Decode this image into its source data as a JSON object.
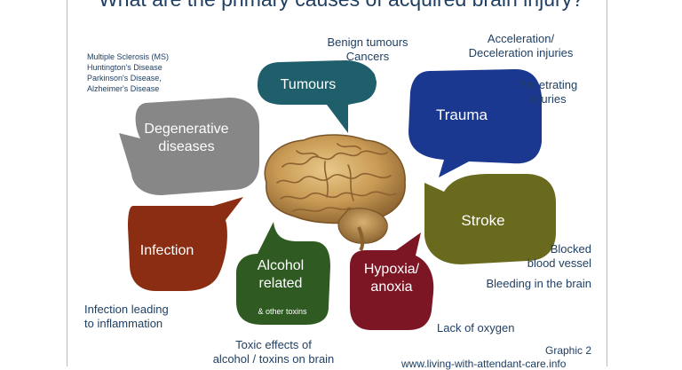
{
  "title": "What are the primary causes of acquired brain injury?",
  "categories": [
    {
      "key": "tumours",
      "label": [
        "Tumours"
      ],
      "color": "#1e5f6b"
    },
    {
      "key": "trauma",
      "label": [
        "Trauma"
      ],
      "color": "#1a3890"
    },
    {
      "key": "degenerative",
      "label": [
        "Degenerative",
        "diseases"
      ],
      "color": "#878787"
    },
    {
      "key": "stroke",
      "label": [
        "Stroke"
      ],
      "color": "#6a6a1e"
    },
    {
      "key": "infection",
      "label": [
        "Infection"
      ],
      "color": "#8a2d12"
    },
    {
      "key": "alcohol",
      "label": [
        "Alcohol",
        "related"
      ],
      "sublabel": "& other toxins",
      "color": "#2f5a22"
    },
    {
      "key": "hypoxia",
      "label": [
        "Hypoxia/",
        "anoxia"
      ],
      "color": "#7c1625"
    }
  ],
  "notes": {
    "tumours": [
      "Benign tumours",
      "Cancers"
    ],
    "trauma_accel": [
      "Acceleration/",
      "Deceleration injuries"
    ],
    "trauma_pen": [
      "Penetrating",
      "injuries"
    ],
    "degenerative": [
      "Multiple Sclerosis (MS)",
      "Huntington's Disease",
      "Parkinson's Disease,",
      "Alzheimer's Disease"
    ],
    "stroke_blocked": [
      "Blocked",
      "blood vessel"
    ],
    "stroke_bleed": [
      "Bleeding in the brain"
    ],
    "infection": [
      "Infection leading",
      "to inflammation"
    ],
    "alcohol": [
      "Toxic effects of",
      "alcohol / toxins on brain"
    ],
    "hypoxia": [
      "Lack of oxygen"
    ]
  },
  "graphic_label": "Graphic 2",
  "source": "www.living-with-attendant-care.info",
  "center_image": "brain-illustration"
}
